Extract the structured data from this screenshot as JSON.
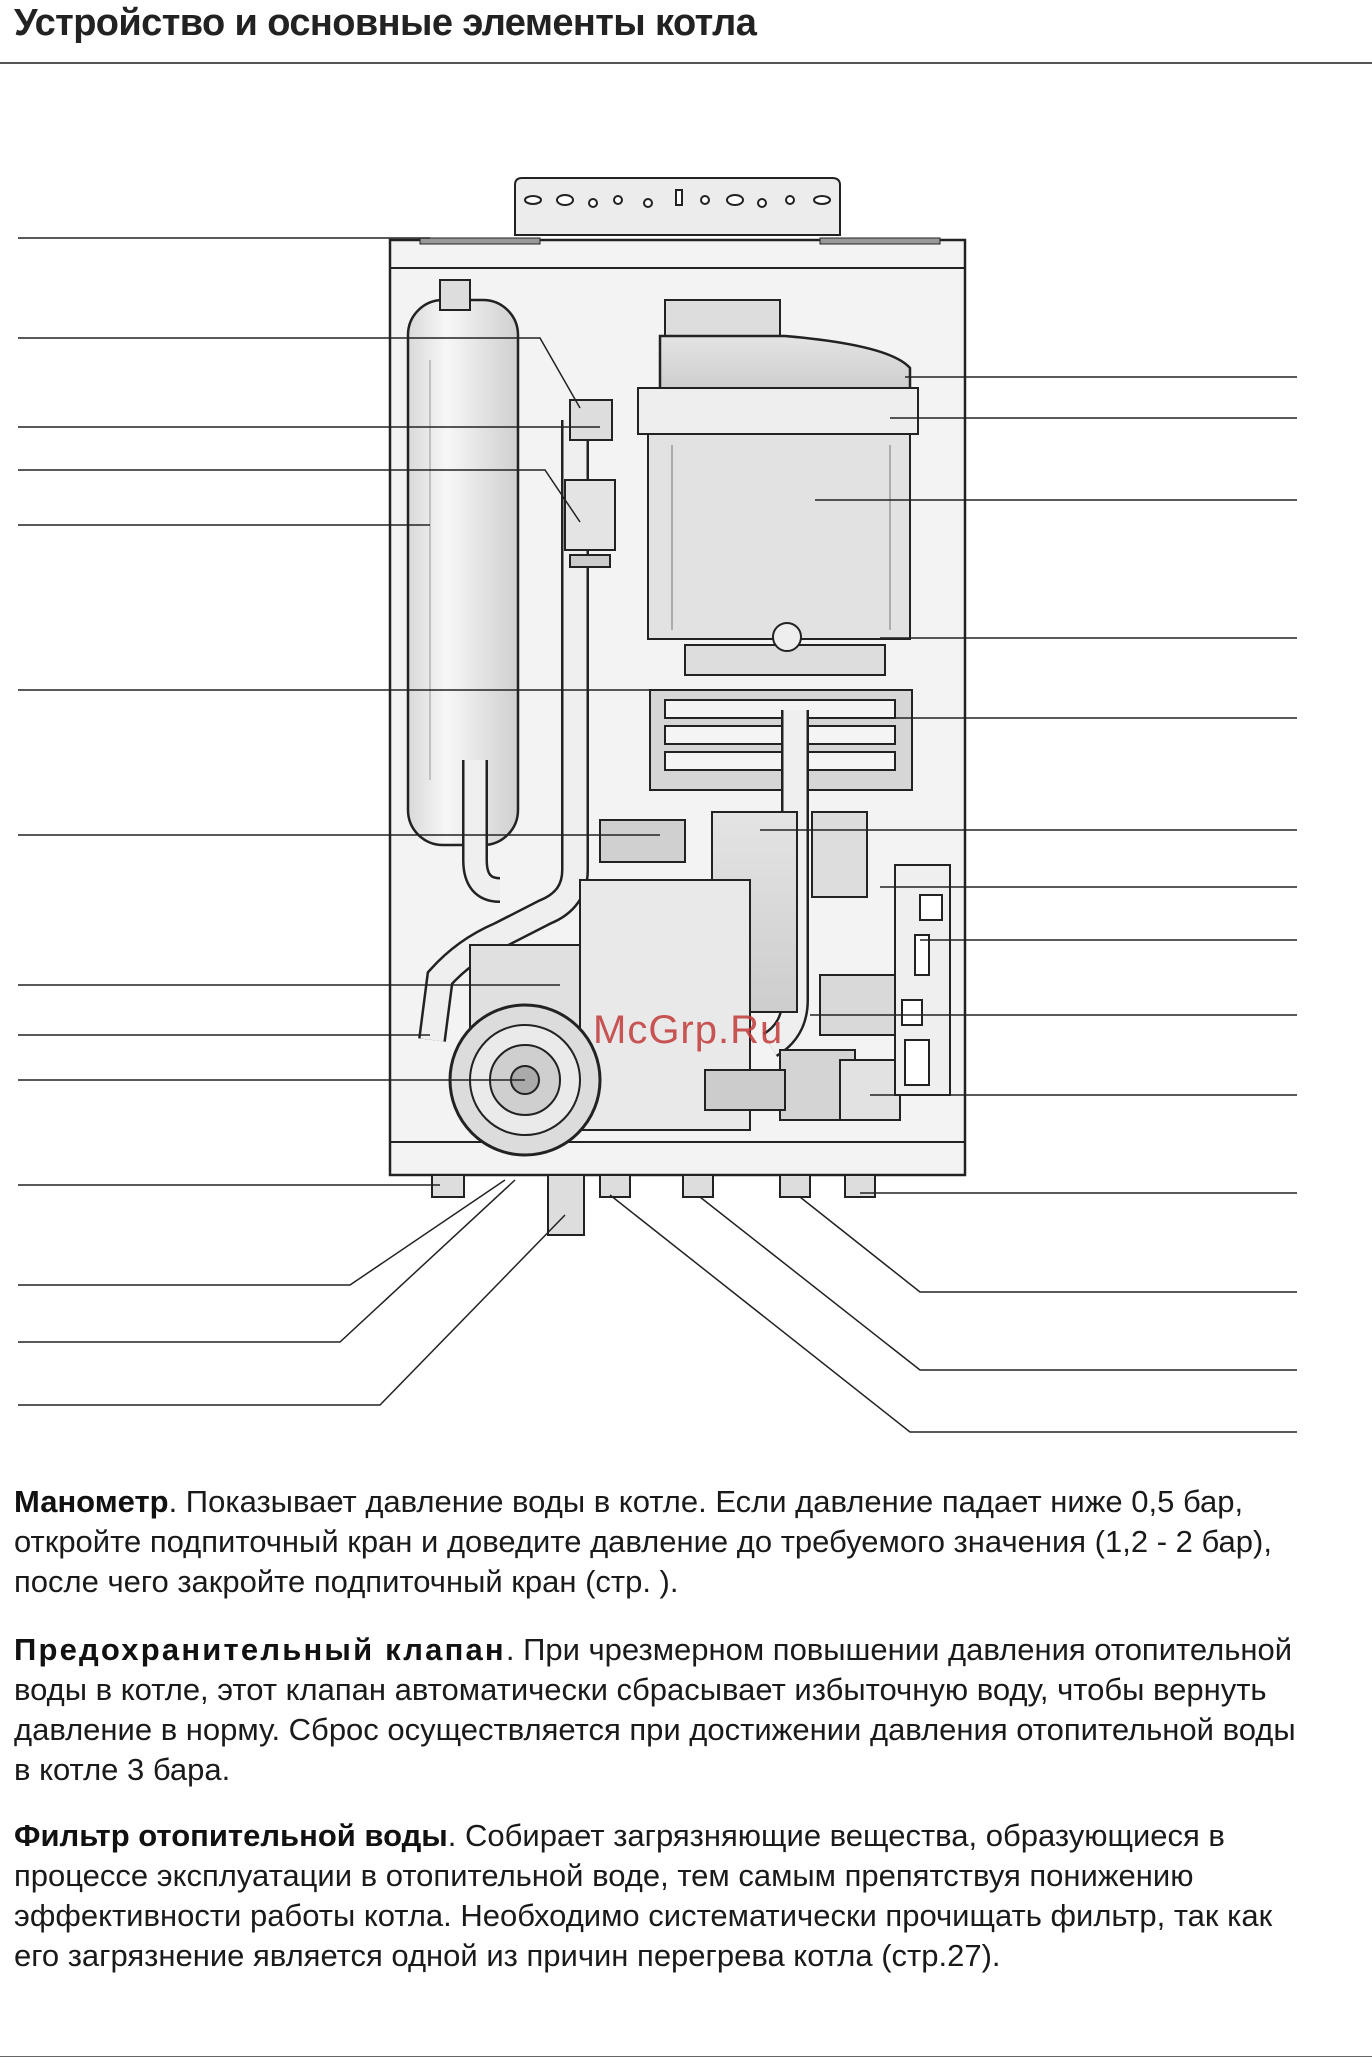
{
  "page": {
    "title": "Устройство и основные элементы котла"
  },
  "watermark": {
    "text": "McGrp.Ru"
  },
  "paragraphs": {
    "p1": {
      "term": "Манометр",
      "body": ". Показывает давление воды в котле. Если давление падает ниже 0,5 бар, откройте подпиточный кран и доведите давление до требуемого значения (1,2 - 2 бар), после чего закройте подпиточный кран (стр.    )."
    },
    "p2": {
      "term": "Предохранительный клапан",
      "body": ". При чрезмерном повышении давления отопительной воды в котле, этот клапан автоматически сбрасывает избыточную воду, чтобы вернуть давление в норму. Сброс осуществляется при достижении давления отопительной воды в котле 3 бара."
    },
    "p3": {
      "term": "Фильтр отопительной воды",
      "body": ". Собирает загрязняющие вещества, образующиеся в процессе эксплуатации в отопительной воде, тем самым препятствуя понижению эффективности работы котла. Необходимо систематически прочищать фильтр, так как его загрязнение является одной из причин перегрева котла (стр.27)."
    }
  },
  "colors": {
    "line": "#222222",
    "watermark": "#c23a3a",
    "panel": "#f3f3f3"
  }
}
